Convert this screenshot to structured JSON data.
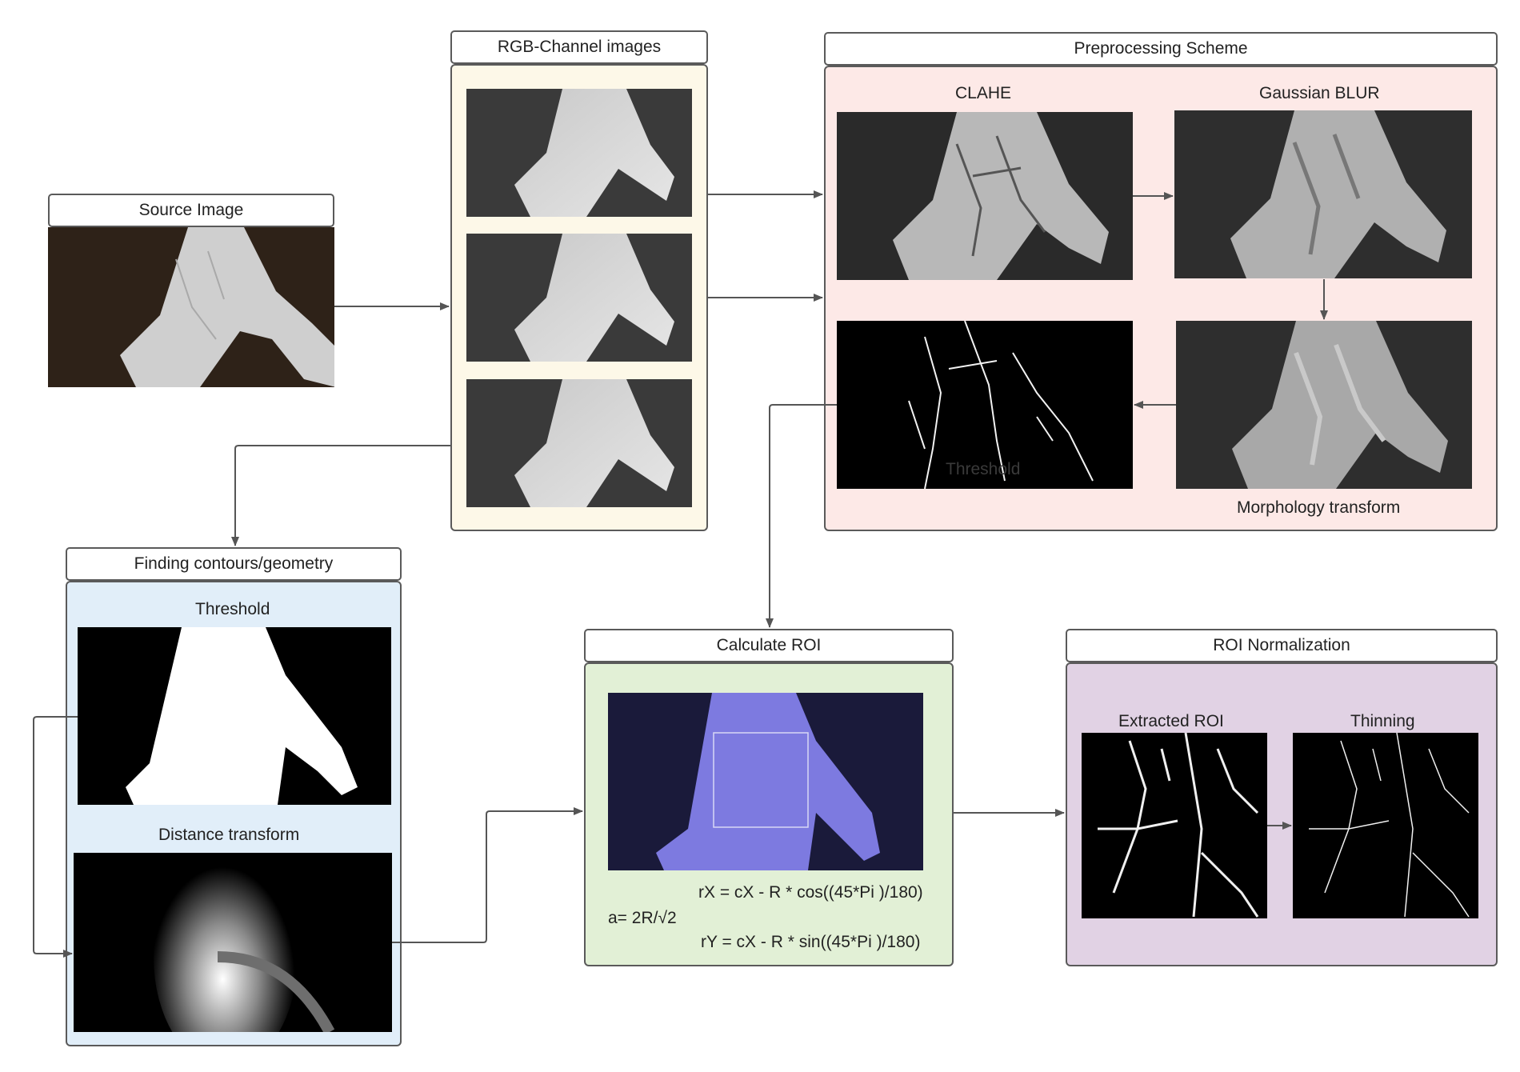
{
  "source": {
    "title": "Source Image"
  },
  "rgb": {
    "title": "RGB-Channel images"
  },
  "preprocessing": {
    "title": "Preprocessing Scheme",
    "clahe": "CLAHE",
    "gaussian": "Gaussian BLUR",
    "morphology": "Morphology transform",
    "threshold": "Threshold"
  },
  "contours": {
    "title": "Finding contours/geometry",
    "threshold": "Threshold",
    "distance": "Distance transform"
  },
  "roi": {
    "title": "Calculate ROI",
    "formula_rx": "rX = cX - R * cos((45*Pi )/180)",
    "formula_a": "a= 2R/√2",
    "formula_ry": "rY = cX - R * sin((45*Pi )/180)"
  },
  "normalization": {
    "title": "ROI Normalization",
    "extracted": "Extracted ROI",
    "thinning": "Thinning"
  },
  "colors": {
    "rgb_panel": "#fdf8e8",
    "pre_panel": "#fde9e7",
    "contour_panel": "#e1eef9",
    "roi_panel": "#e2f0d6",
    "norm_panel": "#e1d2e4",
    "arrow": "#555555"
  }
}
